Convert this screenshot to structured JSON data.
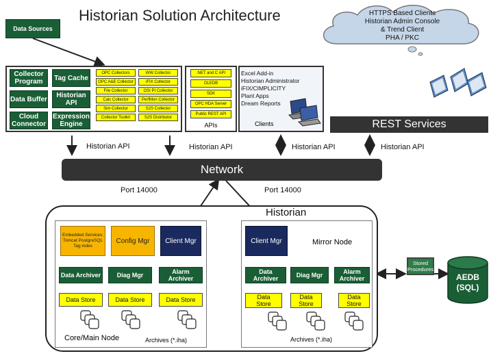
{
  "title": "Historian Solution Architecture",
  "data_sources": "Data Sources",
  "cloud": {
    "line1": "HTTPS Based Clients",
    "line2": "Historian Admin Console",
    "line3": "& Trend Client",
    "line4": "PHA / PKC"
  },
  "collector_tools": {
    "collector_program": "Collector Program",
    "tag_cache": "Tag Cache",
    "data_buffer": "Data Buffer",
    "historian_api": "Historian API",
    "cloud_connector": "Cloud Connector",
    "expression_engine": "Expression Engine"
  },
  "collectors": [
    "OPC Collectors",
    "WW Collector",
    "OPC A&E Collector",
    "iFIX Collector",
    "File Collector",
    "OSI PI Collector",
    "Calc Collector",
    "PerfMon Collector",
    "Sim Collector",
    "S2S Collector",
    "Collector Toolkit",
    "S2S Distributor"
  ],
  "apis": {
    "items": [
      ".NET and C API",
      "OLEDB",
      "SDK",
      "OPC HDA Server",
      "Public REST API"
    ],
    "label": "APIs"
  },
  "clients": {
    "items": [
      "Excel Add-in",
      "Historian Administrator",
      "iFIX/CIMPLICITY",
      "Plant Apps",
      "Dream Reports"
    ],
    "label": "Clients"
  },
  "rest_services": "REST Services",
  "historian_api_labels": [
    "Historian API",
    "Historian API",
    "Historian API",
    "Historian API"
  ],
  "network": "Network",
  "ports": [
    "Port 14000",
    "Port 14000"
  ],
  "historian": {
    "title": "Historian",
    "core": {
      "embedded": "Embedded Services: Tomcat PostgreSQL Tag index",
      "config_mgr": "Config Mgr",
      "client_mgr": "Client Mgr",
      "data_archiver": "Data Archiver",
      "diag_mgr": "Diag Mgr",
      "alarm_archiver": "Alarm Archiver",
      "data_stores": [
        "Data Store",
        "Data Store",
        "Data Store"
      ],
      "node_label": "Core/Main Node",
      "archives": "Archives (*.iha)"
    },
    "mirror": {
      "client_mgr": "Client Mgr",
      "node_label": "Mirror Node",
      "data_archiver": "Data Archiver",
      "diag_mgr": "Diag Mgr",
      "alarm_archiver": "Alarm Archiver",
      "data_stores": [
        "Data Store",
        "Data Store",
        "Data Store"
      ],
      "archives": "Archives (*.iha)"
    }
  },
  "stored_procedures": "Stored Procedures",
  "aedb": {
    "line1": "AEDB",
    "line2": "(SQL)"
  },
  "colors": {
    "green": "#1a5e36",
    "yellow": "#ffff00",
    "navy": "#1a2a5e",
    "orange": "#f7b500",
    "dark": "#333333"
  }
}
